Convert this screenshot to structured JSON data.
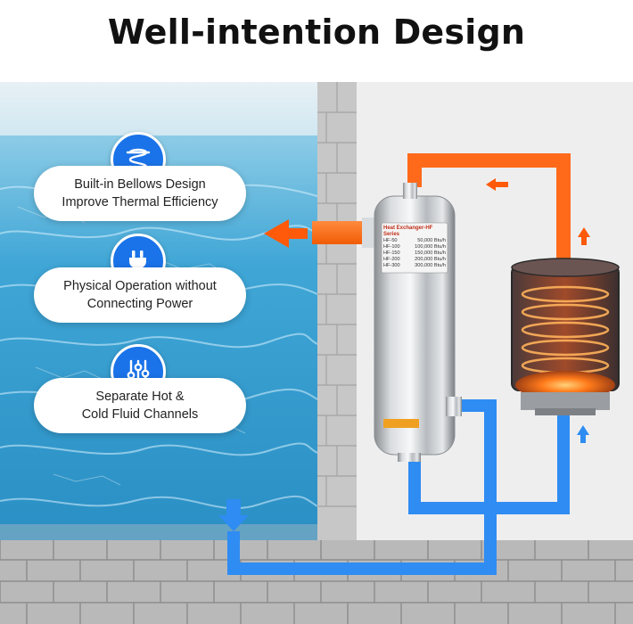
{
  "title": "Well-intention Design",
  "features": [
    {
      "icon": "spring-icon",
      "line1": "Built-in Bellows Design",
      "line2": "Improve Thermal Efficiency"
    },
    {
      "icon": "plug-icon",
      "line1": "Physical Operation without",
      "line2": "Connecting Power"
    },
    {
      "icon": "sliders-icon",
      "line1": "Separate Hot &",
      "line2": "Cold Fluid Channels"
    }
  ],
  "exchanger": {
    "label_title": "Heat Exchanger-HF Series",
    "label_models": [
      "HF-50",
      "HF-100",
      "HF-150",
      "HF-200",
      "HF-300"
    ],
    "label_outputs": [
      "50,000 Btu/h",
      "100,000 Btu/h",
      "150,000 Btu/h",
      "200,000 Btu/h",
      "300,000 Btu/h"
    ]
  },
  "colors": {
    "hot": "#ff6a1a",
    "cold": "#2f8cf2",
    "badge": "#1a73e8",
    "pool": "#4fb6e0"
  }
}
